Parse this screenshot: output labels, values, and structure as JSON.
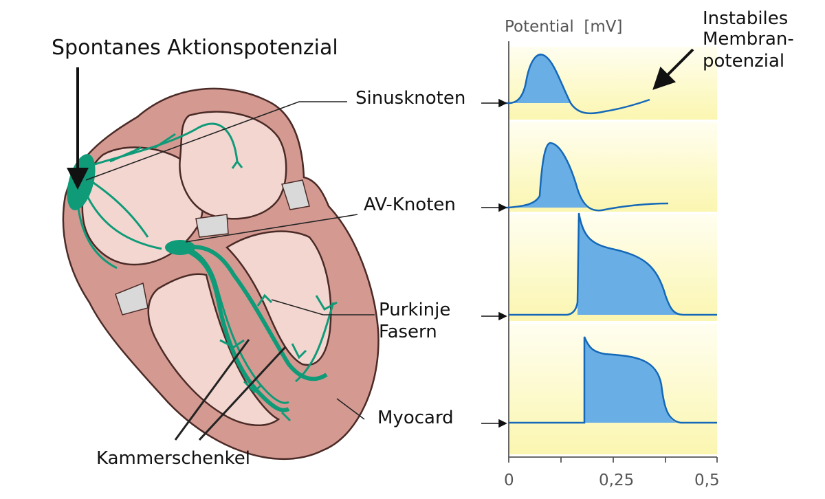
{
  "title": "Spontanes Aktionspotenzial",
  "labels": {
    "sinus": "Sinusknoten",
    "av": "AV-Knoten",
    "purkinje_1": "Purkinje",
    "purkinje_2": "Fasern",
    "myocard": "Myocard",
    "kammer": "Kammerschenkel",
    "instabil_1": "Instabiles",
    "instabil_2": "Membran-",
    "instabil_3": "potenzial"
  },
  "axis": {
    "ylabel": "Potential  [mV]",
    "x_ticks": [
      "0",
      "0,25",
      "0,5"
    ]
  },
  "colors": {
    "heart_outer": "#d49a92",
    "heart_inner": "#f3d6d0",
    "heart_stroke": "#4a2a26",
    "conduction": "#0f9a78",
    "ap_fill": "#6aaee6",
    "ap_stroke": "#1468b8",
    "panel_bg": "#fbf6b0"
  }
}
